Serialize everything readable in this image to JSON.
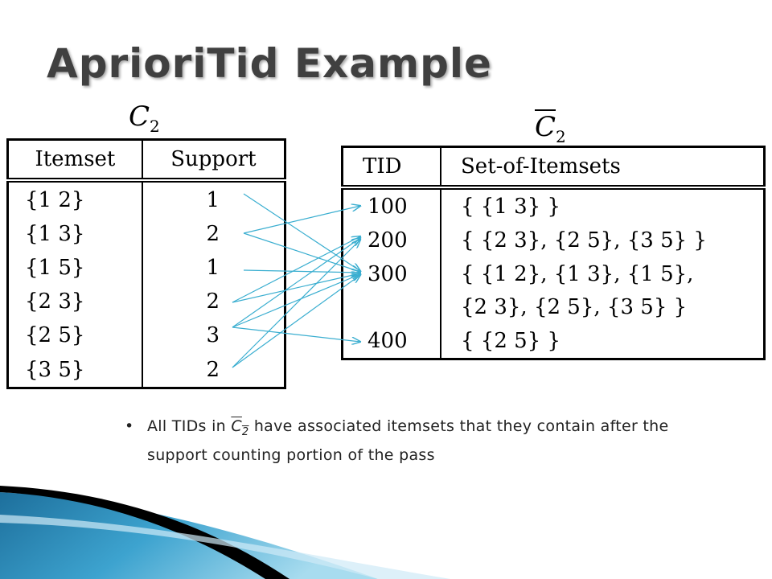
{
  "slide": {
    "title": "AprioriTid Example",
    "bullet": {
      "before": "All TIDs in ",
      "symbol_main": "C",
      "symbol_sub": "2",
      "after": " have associated itemsets that they contain after the support counting portion of the pass"
    }
  },
  "c2_table": {
    "label_main": "C",
    "label_sub": "2",
    "headers": [
      "Itemset",
      "Support"
    ],
    "rows": [
      {
        "itemset": "{1 2}",
        "support": "1"
      },
      {
        "itemset": "{1 3}",
        "support": "2"
      },
      {
        "itemset": "{1 5}",
        "support": "1"
      },
      {
        "itemset": "{2 3}",
        "support": "2"
      },
      {
        "itemset": "{2 5}",
        "support": "3"
      },
      {
        "itemset": "{3 5}",
        "support": "2"
      }
    ]
  },
  "cbar_table": {
    "label_main": "C",
    "label_sub": "2",
    "headers": [
      "TID",
      "Set-of-Itemsets"
    ],
    "rows": [
      {
        "tid": "100",
        "sets": "{ {1 3} }"
      },
      {
        "tid": "200",
        "sets": "{ {2 3}, {2 5}, {3 5} }"
      },
      {
        "tid": "300",
        "sets": "{ {1 2}, {1 3}, {1 5},"
      },
      {
        "tid": "",
        "sets": "{2 3}, {2 5}, {3 5} }"
      },
      {
        "tid": "400",
        "sets": "{ {2 5} }"
      }
    ]
  },
  "colors": {
    "arrow": "#3aaed0",
    "title": "#404040",
    "deco_blue": "#2a87b6",
    "deco_black": "#000000"
  }
}
